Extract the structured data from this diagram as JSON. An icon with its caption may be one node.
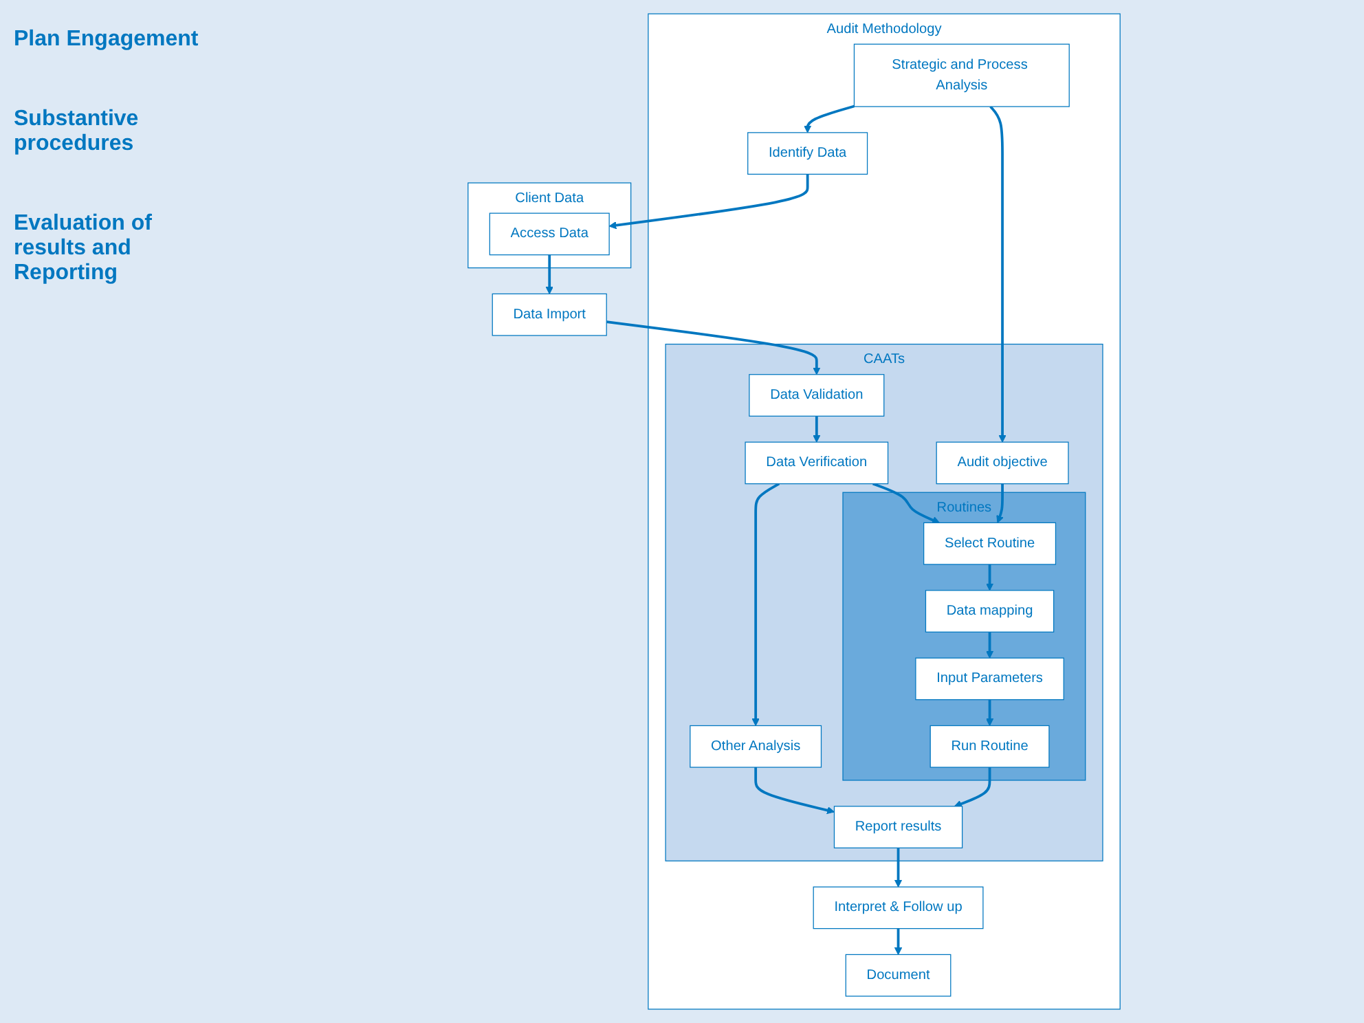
{
  "diagram": {
    "nodes": [
      {
        "text": [
          "Audit Methodology"
        ]
      },
      {
        "text": [
          "CAATs"
        ],
        "in": 0
      },
      {
        "text": [
          "Routines"
        ],
        "in": 1
      },
      {
        "text": [
          "Strategic and Process Analysis"
        ],
        "in": 0
      },
      {
        "text": [
          "Identify Data"
        ],
        "in": 0
      },
      {
        "text": [
          "Audit objective"
        ],
        "in": 1
      },
      {
        "text": [
          "Select Routine"
        ],
        "in": 2
      },
      {
        "text": [
          "Data mapping"
        ],
        "in": 2
      },
      {
        "text": [
          "Input Parameters"
        ],
        "in": 2
      },
      {
        "text": [
          "Run Routine"
        ],
        "in": 2
      },
      {
        "text": [
          "Report results"
        ],
        "in": 1
      },
      {
        "text": [
          "Interpret & Follow up"
        ],
        "in": 0
      },
      {
        "text": [
          "Document"
        ],
        "in": 0
      },
      {
        "text": [
          "Client Data"
        ]
      },
      {
        "text": [
          "Access Data"
        ],
        "in": 13
      },
      {
        "text": [
          "Data Import"
        ]
      },
      {
        "text": [
          "Data Validation"
        ],
        "in": 1
      },
      {
        "text": [
          "Data Verification"
        ],
        "in": 1
      },
      {
        "text": [
          "Other Analysis"
        ],
        "in": 1
      }
    ],
    "edges": [
      {
        "from": 3,
        "to": 4,
        "arrow": "to"
      },
      {
        "from": 4,
        "to": 14,
        "arrow": "to"
      },
      {
        "from": 14,
        "to": 15,
        "arrow": "to"
      },
      {
        "from": 15,
        "to": 16,
        "arrow": "to"
      },
      {
        "from": 16,
        "to": 17,
        "arrow": "to"
      },
      {
        "from": 17,
        "to": 18,
        "arrow": "to"
      },
      {
        "from": 17,
        "to": 6,
        "arrow": "to"
      },
      {
        "from": 18,
        "to": 10,
        "arrow": "to"
      },
      {
        "from": 3,
        "to": 5,
        "arrow": "to"
      },
      {
        "from": 5,
        "to": 6,
        "arrow": "to"
      },
      {
        "from": 6,
        "to": 7,
        "arrow": "to"
      },
      {
        "from": 7,
        "to": 8,
        "arrow": "to"
      },
      {
        "from": 8,
        "to": 9,
        "arrow": "to"
      },
      {
        "from": 9,
        "to": 10,
        "arrow": "to"
      },
      {
        "from": 10,
        "to": 11,
        "arrow": "to"
      },
      {
        "from": 11,
        "to": 12,
        "arrow": "to"
      }
    ],
    "labels": [
      "Plan Engagement",
      "Substantive procedures",
      "Evaluation of results and Reporting"
    ]
  }
}
